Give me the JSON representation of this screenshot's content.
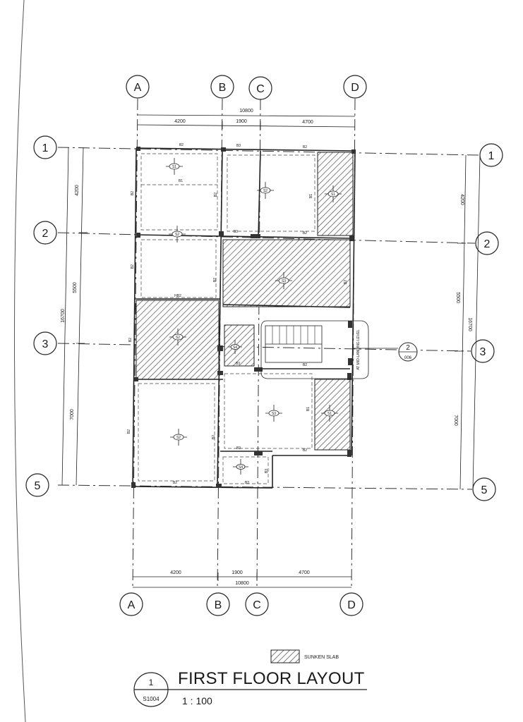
{
  "grid": {
    "columns": [
      "A",
      "B",
      "C",
      "D"
    ],
    "rows": [
      "1",
      "2",
      "3",
      "5"
    ]
  },
  "dimensions": {
    "horizontal_segments": [
      "4200",
      "1900",
      "4700"
    ],
    "horizontal_total": "10800",
    "vertical_segments": [
      "4200",
      "5500",
      "7000"
    ],
    "vertical_total": "16700"
  },
  "beams": [
    "B1",
    "B2",
    "B3",
    "HB2"
  ],
  "slabs": [
    "S1",
    "S2",
    "S3",
    "S4"
  ],
  "staircase": {
    "label": "AT MID-LANDING LEVEL",
    "section_number": "2",
    "section_sheet": "006"
  },
  "legend": {
    "sunken_slab_label": "SUNKEN SLAB"
  },
  "title_block": {
    "title": "FIRST FLOOR LAYOUT",
    "scale": "1 : 100",
    "view_number": "1",
    "sheet_ref": "S1004"
  }
}
